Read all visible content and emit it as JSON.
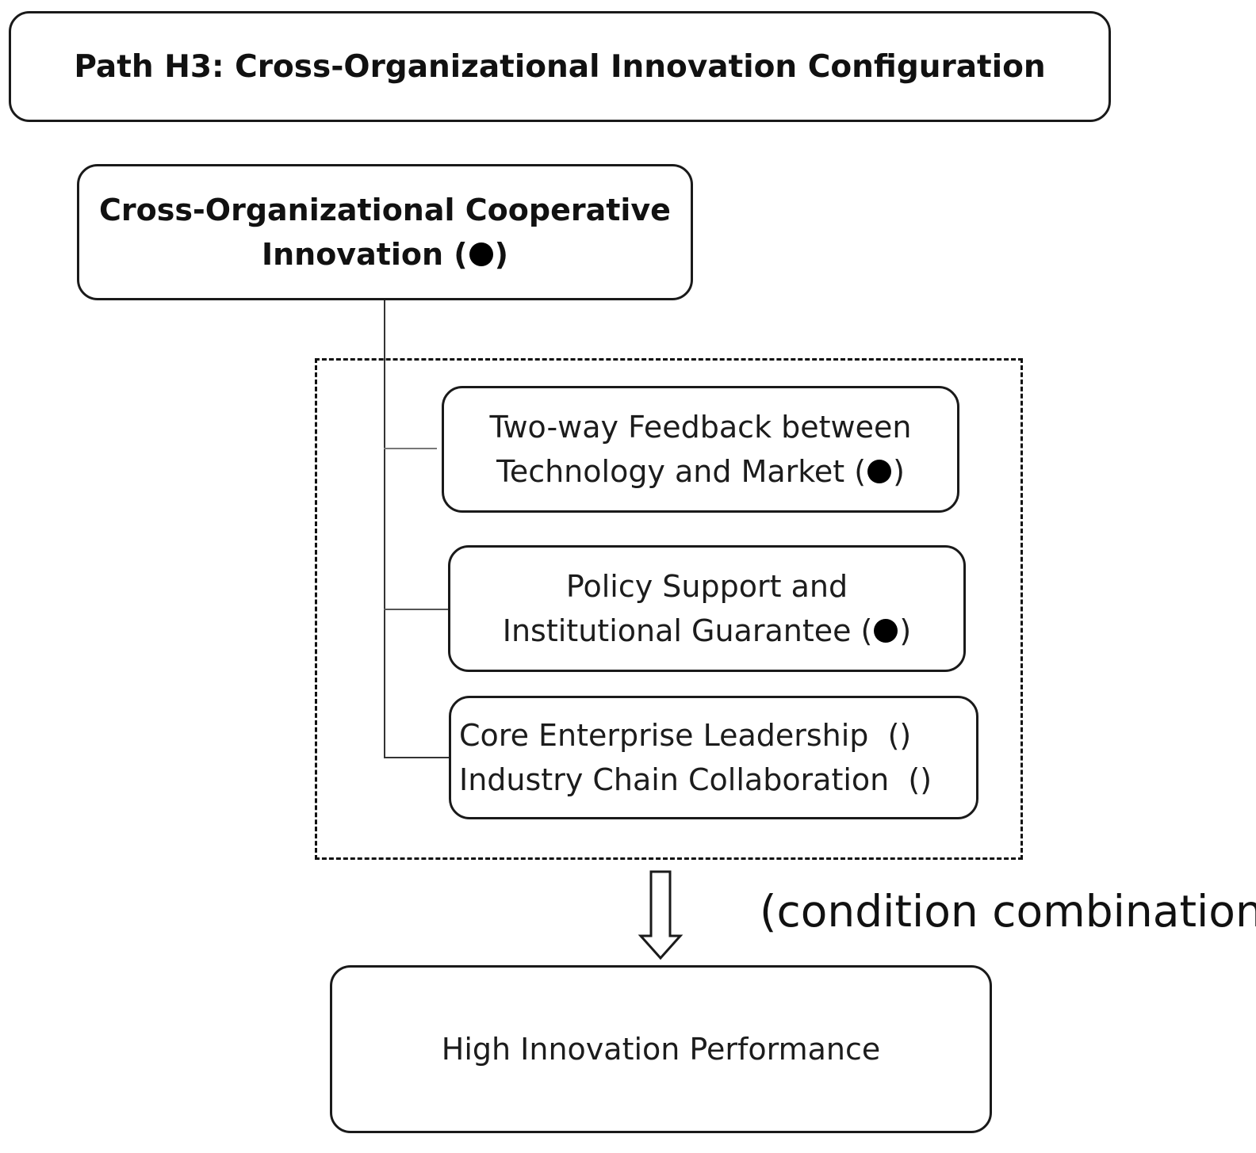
{
  "diagram": {
    "title": "Path H3: Cross-Organizational Innovation Configuration",
    "root": {
      "line1": "Cross-Organizational Cooperative",
      "line2_prefix": "Innovation (",
      "line2_suffix": ")"
    },
    "conditions": [
      {
        "line1": "Two-way Feedback between",
        "line2_prefix": "Technology and Market (",
        "line2_suffix": ")"
      },
      {
        "line1": "Policy Support and",
        "line2_prefix": "Institutional Guarantee (",
        "line2_suffix": ")"
      },
      {
        "line1": "Core Enterprise Leadership  ()",
        "line2": "Industry Chain Collaboration  ()"
      }
    ],
    "arrow_label": "(condition combination)",
    "outcome": "High Innovation Performance"
  }
}
